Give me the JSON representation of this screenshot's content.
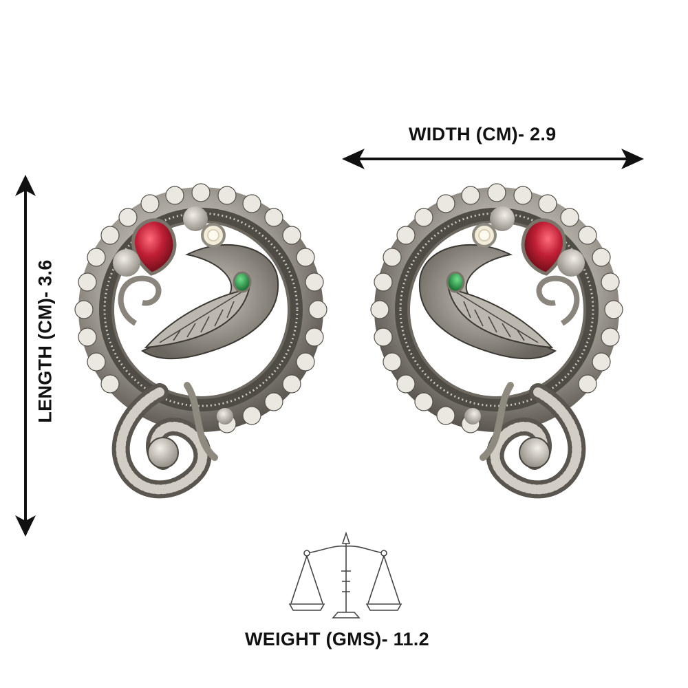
{
  "dimensions": {
    "width_label": "WIDTH (CM)- 2.9",
    "length_label": "LENGTH (CM)- 3.6",
    "weight_label": "WEIGHT (GMS)- 11.2"
  },
  "colors": {
    "background": "#ffffff",
    "text": "#111111",
    "silver_light": "#d9d6cf",
    "silver_mid": "#a39f96",
    "silver_dark": "#4a4640",
    "ruby": "#b0182a",
    "emerald": "#1f8a3a",
    "crystal": "#f3ecd9"
  },
  "icons": {
    "width_arrow": "double-headed-horizontal-arrow",
    "length_arrow": "double-headed-vertical-arrow",
    "weight_symbol": "balance-scale-icon"
  }
}
